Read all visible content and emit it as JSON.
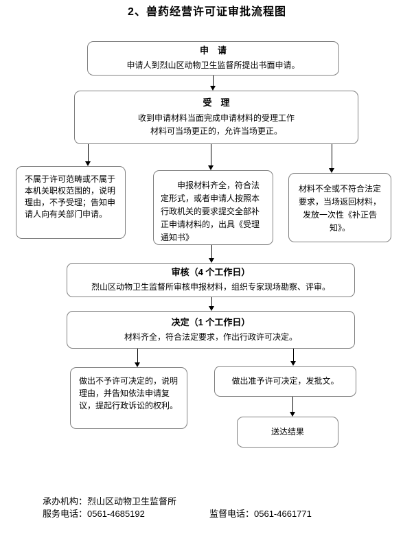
{
  "page": {
    "title": "2、兽药经营许可证审批流程图"
  },
  "flowchart": {
    "apply": {
      "title": "申　请",
      "body": "申请人到烈山区动物卫生监督所提出书面申请。"
    },
    "accept": {
      "title": "受　理",
      "body": "收到申请材料当面完成申请材料的受理工作\n材料可当场更正的，允许当场更正。"
    },
    "reject_scope": {
      "body": "不属于许可范畴或不属于本机关职权范围的，说明理由，不予受理；告知申请人向有关部门申请。"
    },
    "complete": {
      "body": "申报材料齐全，符合法定形式，或者申请人按照本行政机关的要求提交全部补正申请材料的，出具《受理通知书》"
    },
    "incomplete": {
      "body": "材料不全或不符合法定要求，当场返回材料，发放一次性《补正告知》。"
    },
    "review": {
      "title": "审核（4 个工作日）",
      "body": "烈山区动物卫生监督所审核申报材料，组织专家现场勘察、评审。"
    },
    "decision": {
      "title": "决定（1 个工作日）",
      "body": "材料齐全，符合法定要求，作出行政许可决定。"
    },
    "deny": {
      "body": "做出不予许可决定的，说明理由，并告知依法申请复议，提起行政诉讼的权利。"
    },
    "approve": {
      "body": "做出准予许可决定，发批文。"
    },
    "deliver": {
      "body": "送达结果"
    }
  },
  "footer": {
    "agency": "承办机构：烈山区动物卫生监督所",
    "service_phone": "服务电话：0561-4685192",
    "supervisor_phone": "监督电话：0561-4661771"
  },
  "colors": {
    "background": "#ffffff",
    "box_border": "#7f7f7f",
    "arrow": "#000000",
    "text": "#000000"
  }
}
